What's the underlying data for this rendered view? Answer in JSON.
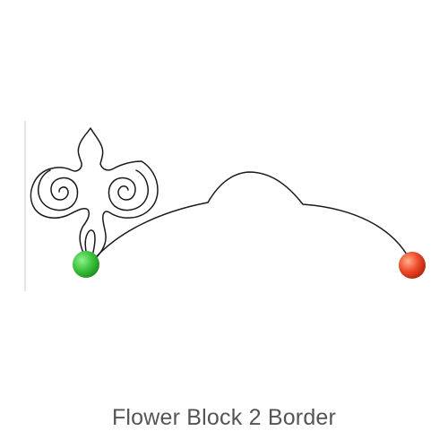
{
  "caption": "Flower Block 2 Border",
  "colors": {
    "line": "#1a1a1a",
    "start_marker": "#3cc43c",
    "end_marker": "#ef4a2a",
    "caption_text": "#555555",
    "background": "#ffffff"
  },
  "markers": {
    "start": "start-point",
    "end": "end-point"
  }
}
